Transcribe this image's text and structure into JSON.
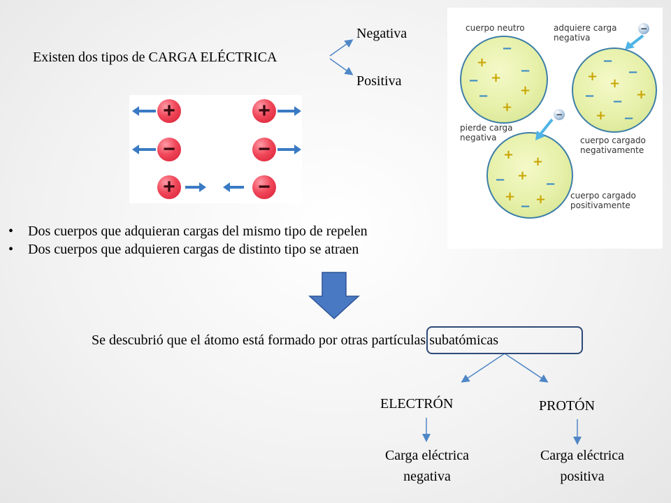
{
  "intro": {
    "text": "Existen dos tipos de CARGA ELÉCTRICA",
    "negative": "Negativa",
    "positive": "Positiva"
  },
  "charges_panel": {
    "rows": [
      {
        "left": "+",
        "right": "+"
      },
      {
        "left": "−",
        "right": "−"
      },
      {
        "left": "+",
        "right": "−"
      }
    ]
  },
  "bodies_panel": {
    "neutral": "cuerpo neutro",
    "gains": "adquiere carga negativa",
    "loses": "pierde carga negativa",
    "neg_charged": "cuerpo cargado negativamente",
    "pos_charged": "cuerpo cargado positivamente",
    "plus": "+",
    "minus": "−",
    "particle": "−"
  },
  "bullets": [
    "Dos cuerpos que adquieran cargas del mismo tipo de repelen",
    "Dos cuerpos que adquieren cargas de distinto tipo se atraen"
  ],
  "bullet_symbol": "•",
  "discovery": {
    "before": "Se descubrió que el átomo está formado por otras ",
    "highlight": "partículas subatómicas"
  },
  "electron": {
    "name": "ELECTRÓN",
    "charge_line1": "Carga eléctrica",
    "charge_line2": "negativa"
  },
  "proton": {
    "name": "PROTÓN",
    "charge_line1": "Carga eléctrica",
    "charge_line2": "positiva"
  },
  "colors": {
    "arrow_blue": "#4a79c3",
    "line_blue": "#4f86c6",
    "box_border": "#2e4a78",
    "charge_red": "#e53247"
  }
}
